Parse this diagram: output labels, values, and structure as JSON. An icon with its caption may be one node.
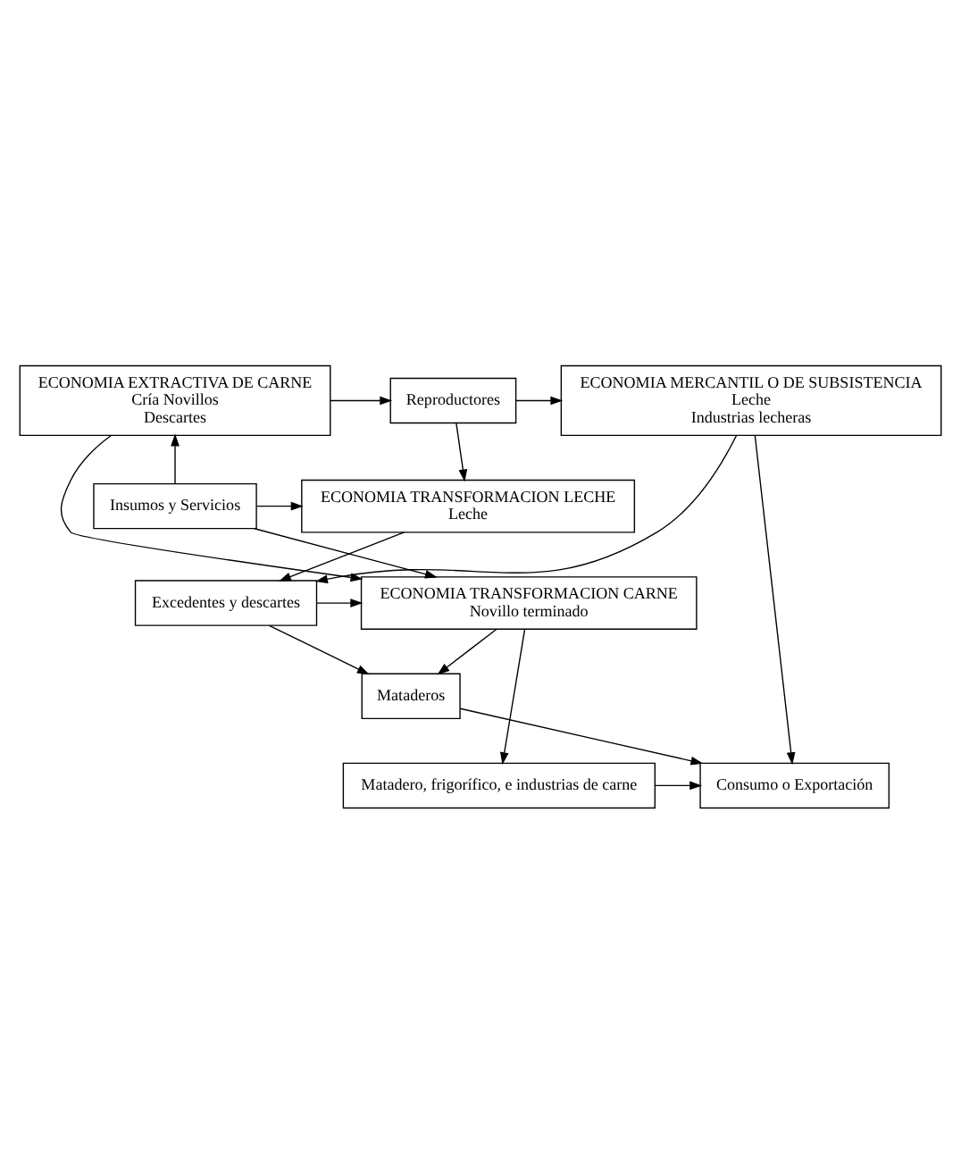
{
  "diagram": {
    "nodes": [
      {
        "text": [
          "ECONOMIA EXTRACTIVA DE CARNE",
          "Cría Novillos",
          "Descartes"
        ]
      },
      {
        "text": [
          "Reproductores"
        ]
      },
      {
        "text": [
          "ECONOMIA MERCANTIL O DE SUBSISTENCIA",
          "Leche",
          "Industrias lecheras"
        ]
      },
      {
        "text": [
          "Insumos y Servicios"
        ]
      },
      {
        "text": [
          "ECONOMIA TRANSFORMACION LECHE",
          "Leche"
        ]
      },
      {
        "text": [
          "Excedentes y descartes"
        ]
      },
      {
        "text": [
          "ECONOMIA TRANSFORMACION CARNE",
          "Novillo terminado"
        ]
      },
      {
        "text": [
          "Mataderos"
        ]
      },
      {
        "text": [
          "Matadero, frigorífico, e industrias de carne"
        ]
      },
      {
        "text": [
          "Consumo o Exportación"
        ]
      }
    ],
    "edges": [
      {
        "from": 0,
        "to": 1,
        "arrow": "to"
      },
      {
        "from": 1,
        "to": 2,
        "arrow": "to"
      },
      {
        "from": 1,
        "to": 4,
        "arrow": "to"
      },
      {
        "from": 3,
        "to": 0,
        "arrow": "to"
      },
      {
        "from": 3,
        "to": 4,
        "arrow": "to"
      },
      {
        "from": 3,
        "to": 6,
        "arrow": "to"
      },
      {
        "from": 0,
        "to": 6,
        "arrow": "to"
      },
      {
        "from": 4,
        "to": 5,
        "arrow": "to"
      },
      {
        "from": 5,
        "to": 6,
        "arrow": "to"
      },
      {
        "from": 2,
        "to": 5,
        "arrow": "to"
      },
      {
        "from": 2,
        "to": 9,
        "arrow": "to"
      },
      {
        "from": 5,
        "to": 7,
        "arrow": "to"
      },
      {
        "from": 6,
        "to": 7,
        "arrow": "to"
      },
      {
        "from": 7,
        "to": 9,
        "arrow": "to"
      },
      {
        "from": 6,
        "to": 8,
        "arrow": "to"
      },
      {
        "from": 8,
        "to": 9,
        "arrow": "to"
      }
    ]
  }
}
